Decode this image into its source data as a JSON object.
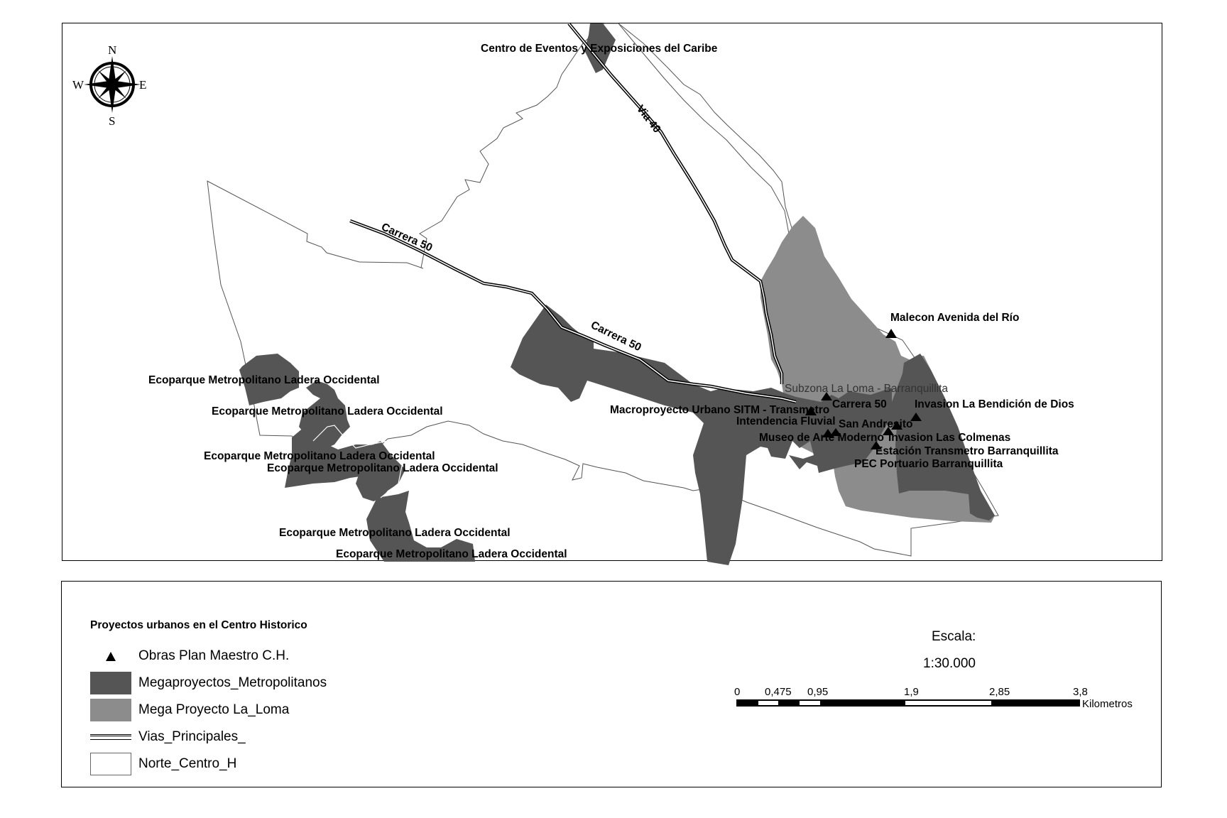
{
  "map": {
    "compass": {
      "north": "N",
      "south": "S",
      "east": "E",
      "west": "W"
    },
    "roads": [
      {
        "name": "Via 40"
      },
      {
        "name": "Carrera 50"
      },
      {
        "name": "Carrera 50"
      }
    ],
    "zone_label": "Subzona La Loma - Barranquillita",
    "megaproject_labels": [
      "Centro de Eventos y Exposiciones del Caribe",
      "Macroproyecto Urbano SITM - Transmetro",
      "Ecoparque Metropolitano Ladera Occidental",
      "Ecoparque Metropolitano Ladera Occidental",
      "Ecoparque Metropolitano Ladera Occidental",
      "Ecoparque Metropolitano Ladera Occidental",
      "Ecoparque Metropolitano Ladera Occidental",
      "Ecoparque Metropolitano Ladera Occidental"
    ],
    "works_points": [
      "Malecon Avenida del Río",
      "Carrera 50",
      "Invasion La Bendición de Dios",
      "Intendencia Fluvial",
      "San Andresito",
      "Museo de Arte Moderno",
      "Invasion Las Colmenas",
      "Estación Transmetro Barranquillita",
      "PEC Portuario Barranquillita"
    ]
  },
  "legend": {
    "title": "Proyectos urbanos en el Centro Historico",
    "items": [
      {
        "label": "Obras Plan Maestro C.H.",
        "symbol": "triangle-point"
      },
      {
        "label": "Megaproyectos_Metropolitanos",
        "symbol": "dark-fill",
        "color": "#555555"
      },
      {
        "label": "Mega Proyecto La_Loma",
        "symbol": "light-fill",
        "color": "#8c8c8c"
      },
      {
        "label": "Vias_Principales_",
        "symbol": "double-line"
      },
      {
        "label": "Norte_Centro_H",
        "symbol": "outline-polygon"
      }
    ]
  },
  "scale": {
    "title": "Escala:",
    "ratio": "1:30.000",
    "ticks": [
      "0",
      "0,475",
      "0,95",
      "1,9",
      "2,85",
      "3,8"
    ],
    "unit": "Kilometros"
  }
}
